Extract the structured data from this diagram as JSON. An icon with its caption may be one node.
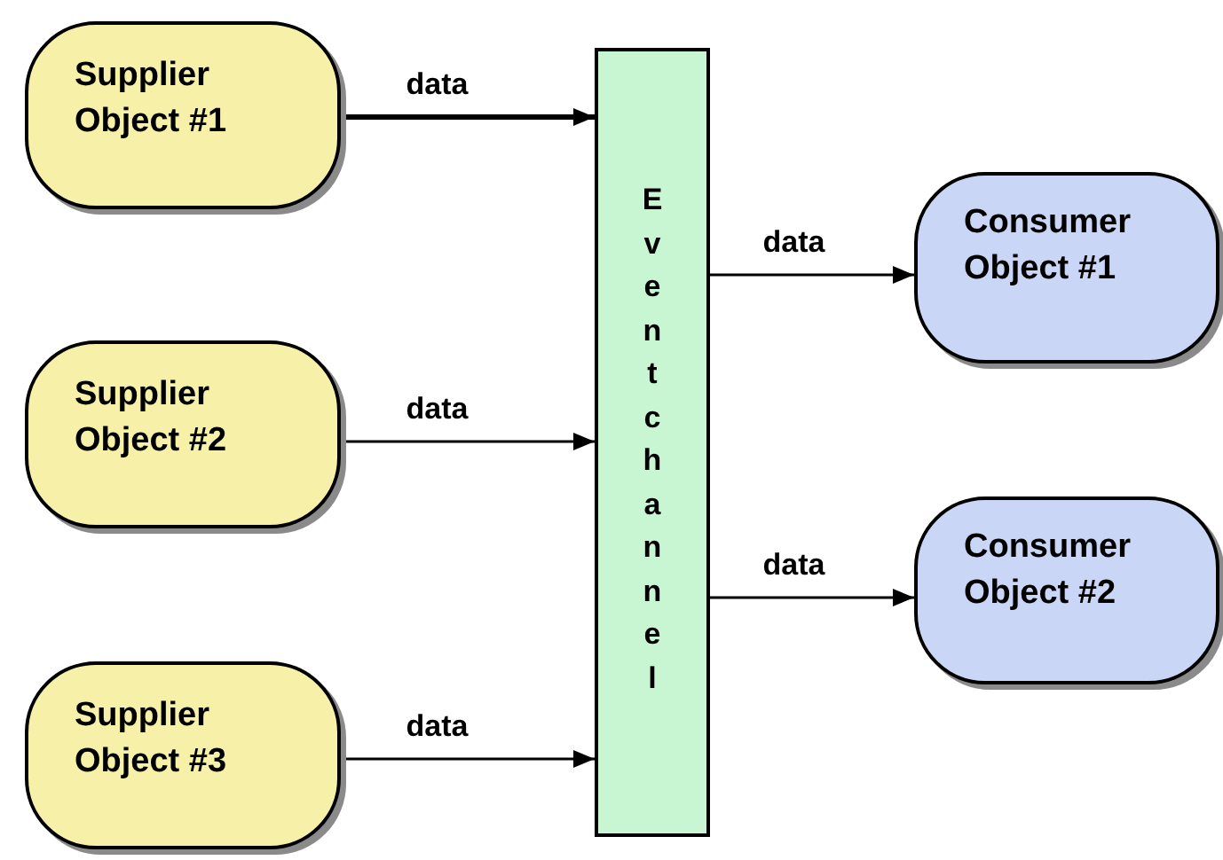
{
  "diagram": {
    "nodes": [
      {
        "text": [
          "Supplier Object #1"
        ]
      },
      {
        "text": [
          "Supplier Object #2"
        ]
      },
      {
        "text": [
          "Supplier Object #3"
        ]
      },
      {
        "text": [
          "Event channel"
        ]
      },
      {
        "text": [
          "Consumer Object #1"
        ]
      },
      {
        "text": [
          "Consumer Object #2"
        ]
      }
    ],
    "edges": [
      {
        "from": 0,
        "to": 3,
        "arrow": "to",
        "label": "data",
        "style": "thick"
      },
      {
        "from": 1,
        "to": 3,
        "arrow": "to",
        "label": "data"
      },
      {
        "from": 2,
        "to": 3,
        "arrow": "to",
        "label": "data"
      },
      {
        "from": 3,
        "to": 4,
        "arrow": "to",
        "label": "data"
      },
      {
        "from": 3,
        "to": 5,
        "arrow": "to",
        "label": "data"
      }
    ]
  }
}
